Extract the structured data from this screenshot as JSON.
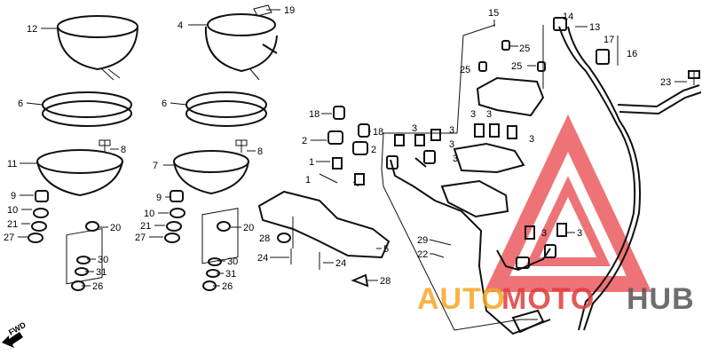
{
  "diagram": {
    "callouts": [
      "19",
      "12",
      "4",
      "15",
      "14",
      "13",
      "17",
      "16",
      "25",
      "25",
      "25",
      "23",
      "6",
      "6",
      "18",
      "18",
      "3",
      "3",
      "3",
      "3",
      "3",
      "3",
      "3",
      "2",
      "2",
      "8",
      "8",
      "11",
      "7",
      "1",
      "1",
      "9",
      "9",
      "10",
      "10",
      "21",
      "21",
      "27",
      "27",
      "20",
      "20",
      "5",
      "28",
      "29",
      "3",
      "3",
      "22",
      "24",
      "24",
      "28",
      "30",
      "31",
      "26",
      "30",
      "31",
      "26"
    ],
    "direction_label": "FWD"
  },
  "watermark": {
    "word1": "AUTO",
    "word2": "MOTO",
    "word3": "HUB",
    "color_orange": "#f6a623",
    "color_red": "#e23b3b",
    "color_dark": "#555555"
  }
}
